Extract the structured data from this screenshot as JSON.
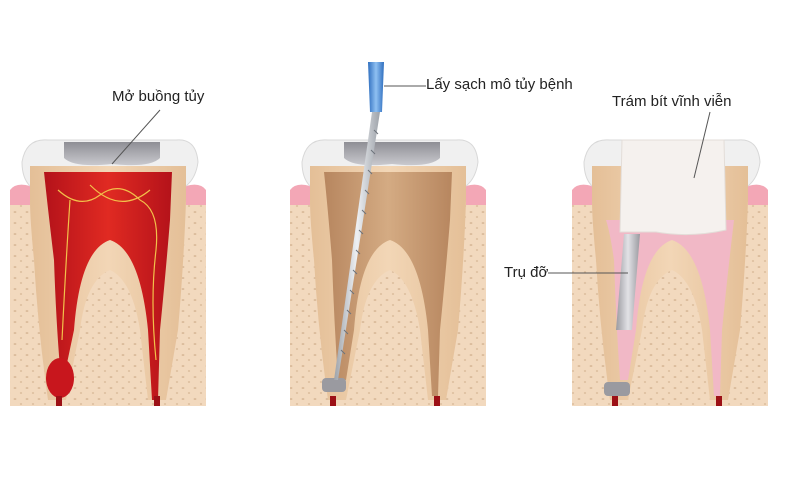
{
  "labels": {
    "step1": "Mở buồng tủy",
    "step2": "Lấy sạch mô tủy bệnh",
    "step3": "Trám bít vĩnh viễn",
    "post": "Trụ đỡ"
  },
  "colors": {
    "bone": "#f2d9be",
    "bone_dot": "#d9b898",
    "gum": "#f3a7b6",
    "dentin": "#e9c9a5",
    "pulp_inflamed": "#d4241f",
    "pulp_clean": "#c69a74",
    "filling": "#a8a8ad",
    "enamel": "#f1f1f1",
    "gutta_percha": "#f1b8c6",
    "instrument_handle": "#4e8fdc",
    "post": "#b9b9be"
  }
}
